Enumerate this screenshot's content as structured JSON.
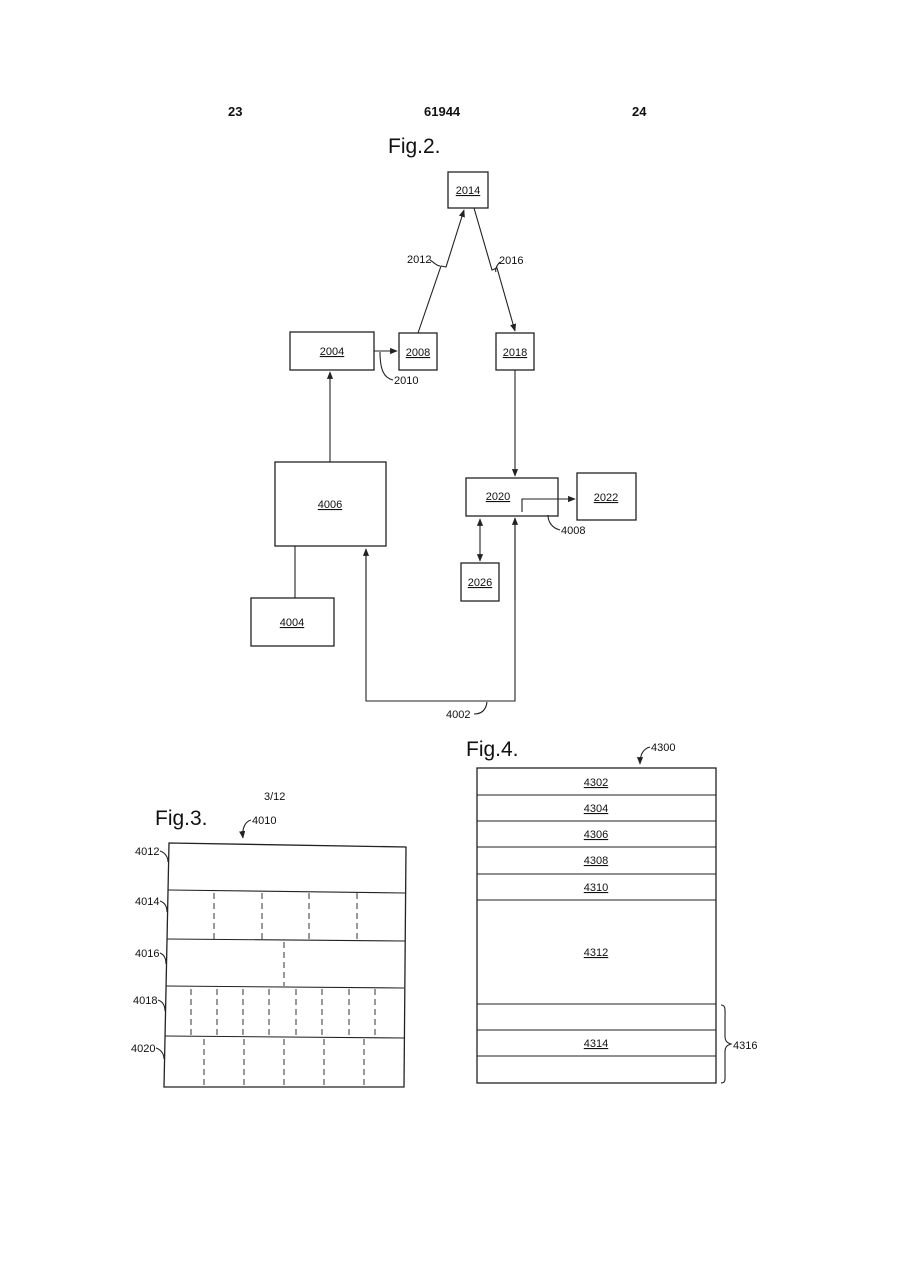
{
  "header": {
    "left": "23",
    "center": "61944",
    "right": "24"
  },
  "sheet": "3/12",
  "fig2": {
    "title": "Fig.2.",
    "boxes": {
      "b2014": "2014",
      "b2004": "2004",
      "b2008": "2008",
      "b2018": "2018",
      "b4006": "4006",
      "b4004": "4004",
      "b2020": "2020",
      "b2022": "2022",
      "b2026": "2026"
    },
    "refs": {
      "r2012": "2012",
      "r2016": "2016",
      "r2010": "2010",
      "r4008": "4008",
      "r4002": "4002"
    }
  },
  "fig3": {
    "title": "Fig.3.",
    "ref": "4010",
    "rows": [
      "4012",
      "4014",
      "4016",
      "4018",
      "4020"
    ]
  },
  "fig4": {
    "title": "Fig.4.",
    "ref": "4300",
    "rows": [
      "4302",
      "4304",
      "4306",
      "4308",
      "4310",
      "4312",
      "4314"
    ],
    "brace_ref": "4316"
  }
}
